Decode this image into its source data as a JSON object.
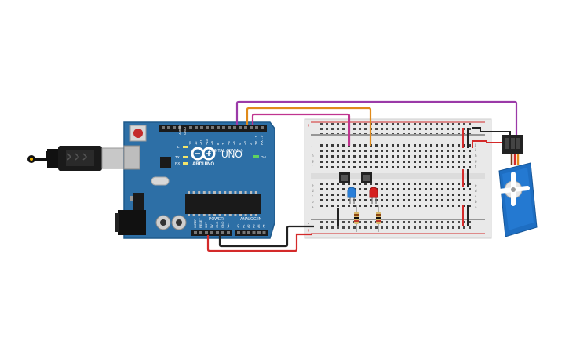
{
  "colors": {
    "board": "#2d6fa6",
    "board_edge": "#1f5a8c",
    "wire_purple": "#9b3aa8",
    "wire_orange": "#e08a1a",
    "wire_magenta": "#c0348f",
    "wire_red": "#d42a2a",
    "wire_black": "#222222",
    "rail_red": "#d42a2a",
    "breadboard": "#e9e9e9",
    "led_blue": "#2a7fd8",
    "led_red": "#d42020",
    "servo": "#1e6ec2",
    "usb": "#c8c8c8"
  },
  "arduino": {
    "brand": "ARDUINO",
    "model": "UNO",
    "digital_label": "DIGITAL (PWM~)",
    "power_label": "POWER",
    "analog_label": "ANALOG IN",
    "on_label": "ON",
    "aref": "AREF",
    "gnd": "GND",
    "digital_pins": [
      "13",
      "12",
      "~11",
      "~10",
      "~9",
      "8",
      "7",
      "~6",
      "~5",
      "4",
      "~3",
      "2",
      "TX→1",
      "RX←0"
    ],
    "power_pins": [
      "IOREF",
      "RESET",
      "3.3V",
      "5V",
      "GND",
      "GND",
      "Vin"
    ],
    "analog_pins": [
      "A0",
      "A1",
      "A2",
      "A3",
      "A4",
      "A5"
    ],
    "led_labels": [
      "L",
      "TX",
      "RX"
    ]
  },
  "breadboard": {
    "row_letters_top": [
      "j",
      "i",
      "h",
      "g",
      "f"
    ],
    "row_letters_bottom": [
      "e",
      "d",
      "c",
      "b",
      "a"
    ],
    "plus": "+",
    "minus": "-"
  }
}
